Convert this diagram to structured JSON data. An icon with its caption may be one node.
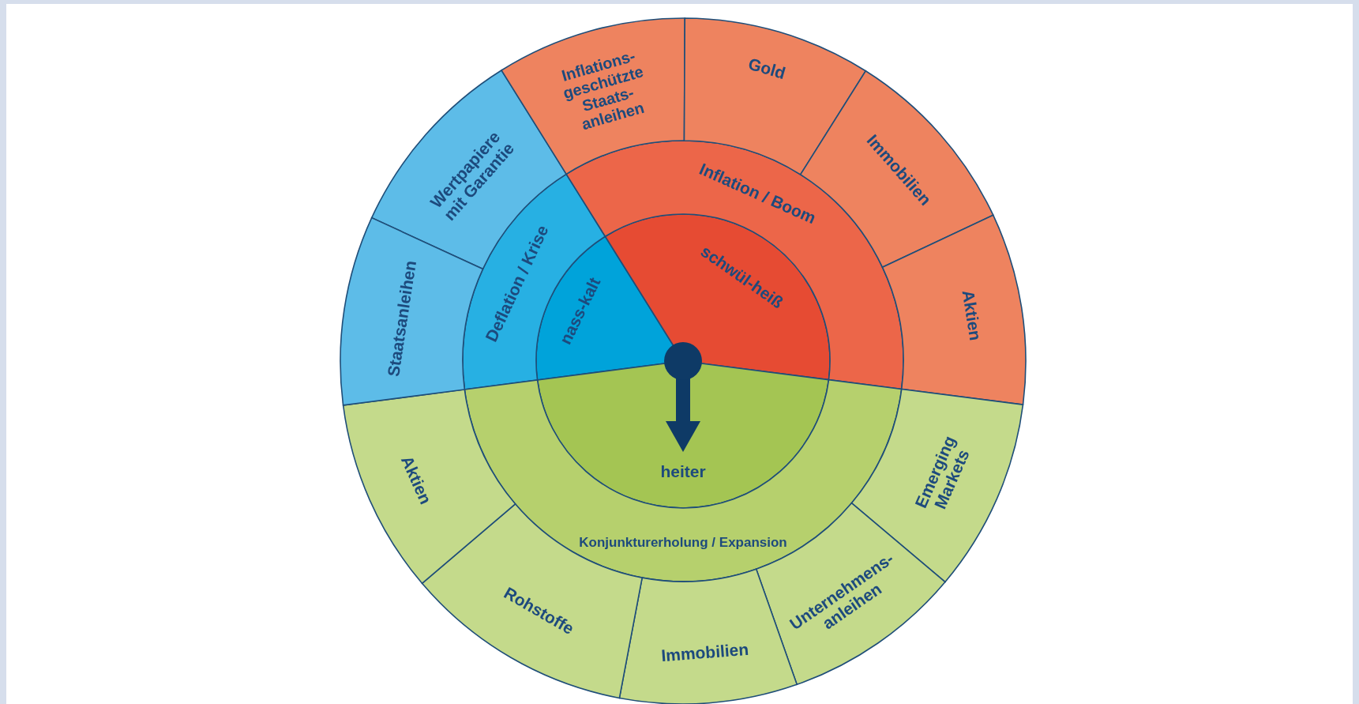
{
  "diagram": {
    "nodes": [
      {
        "text": [
          "nass-kalt"
        ]
      },
      {
        "text": [
          "schwül-heiß"
        ]
      },
      {
        "text": [
          "heiter"
        ]
      },
      {
        "text": [
          "Deflation / Krise"
        ]
      },
      {
        "text": [
          "Inflation / Boom"
        ]
      },
      {
        "text": [
          "Konjunkturerholung / Expansion"
        ]
      },
      {
        "text": [
          "Wertpapiere mit Garantie"
        ]
      },
      {
        "text": [
          "Inflations- geschützte Staats- anleihen"
        ]
      },
      {
        "text": [
          "Gold"
        ]
      },
      {
        "text": [
          "Immobilien"
        ]
      },
      {
        "text": [
          "Aktien"
        ]
      },
      {
        "text": [
          "Emerging Markets"
        ]
      },
      {
        "text": [
          "Unternehmens- anleihen"
        ]
      },
      {
        "text": [
          "Immobilien"
        ]
      },
      {
        "text": [
          "Rohstoffe"
        ]
      },
      {
        "text": [
          "Aktien"
        ]
      },
      {
        "text": [
          "Staatsanleihen"
        ]
      }
    ]
  }
}
